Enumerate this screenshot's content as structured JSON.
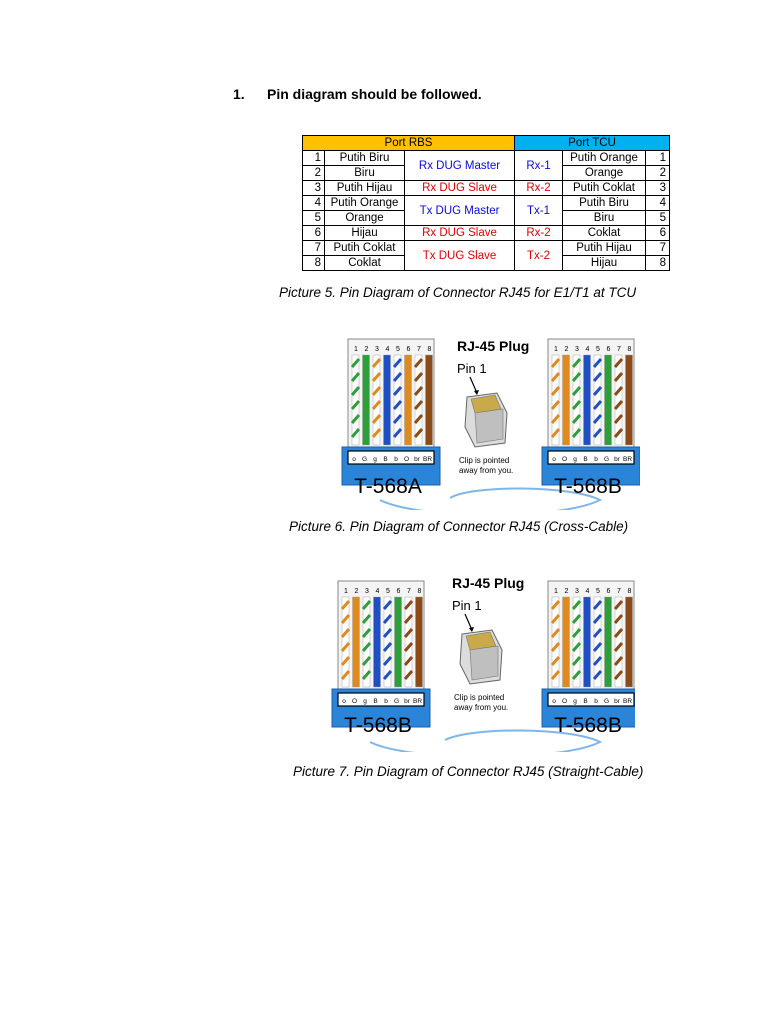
{
  "heading": {
    "number": "1.",
    "text": "Pin diagram should be followed."
  },
  "pin_table": {
    "header_left": "Port RBS",
    "header_right": "Port TCU",
    "colors": {
      "header_left": "#ffc000",
      "header_right": "#00b0f0",
      "blue_text": "#0a0ad6",
      "red_text": "#e00000"
    },
    "rows": [
      {
        "l_num": "1",
        "l_color": "Putih Biru",
        "r_color": "Putih Orange",
        "r_num": "1"
      },
      {
        "l_num": "2",
        "l_color": "Biru",
        "r_color": "Orange",
        "r_num": "2"
      },
      {
        "l_num": "3",
        "l_color": "Putih Hijau",
        "r_color": "Putih Coklat",
        "r_num": "3"
      },
      {
        "l_num": "4",
        "l_color": "Putih Orange",
        "r_color": "Putih Biru",
        "r_num": "4"
      },
      {
        "l_num": "5",
        "l_color": "Orange",
        "r_color": "Biru",
        "r_num": "5"
      },
      {
        "l_num": "6",
        "l_color": "Hijau",
        "r_color": "Coklat",
        "r_num": "6"
      },
      {
        "l_num": "7",
        "l_color": "Putih Coklat",
        "r_color": "Putih Hijau",
        "r_num": "7"
      },
      {
        "l_num": "8",
        "l_color": "Coklat",
        "r_color": "Hijau",
        "r_num": "8"
      }
    ],
    "signals": [
      {
        "name": "Rx DUG Master",
        "port": "Rx-1",
        "color": "blue"
      },
      {
        "name": "Rx DUG Slave",
        "port": "Rx-2",
        "color": "red"
      },
      {
        "name": "Tx DUG Master",
        "port": "Tx-1",
        "color": "blue"
      },
      {
        "name": "Rx DUG Slave",
        "port": "Rx-2",
        "color": "red"
      },
      {
        "name": "Tx DUG Slave",
        "port": "Tx-2",
        "color": "red"
      }
    ]
  },
  "captions": {
    "picture5": "Picture 5. Pin Diagram of Connector RJ45 for E1/T1 at TCU",
    "picture6": "Picture 6. Pin Diagram of Connector RJ45 (Cross-Cable)",
    "picture7": "Picture 7. Pin Diagram of Connector RJ45 (Straight-Cable)"
  },
  "rj45": {
    "plug_title": "RJ-45 Plug",
    "pin_label": "Pin 1",
    "clip_note_line1": "Clip is pointed",
    "clip_note_line2": "away from you.",
    "pin_numbers": [
      "1",
      "2",
      "3",
      "4",
      "5",
      "6",
      "7",
      "8"
    ],
    "wire_codes_a": [
      "o",
      "G",
      "g",
      "B",
      "b",
      "O",
      "br",
      "BR"
    ],
    "wire_codes_b": [
      "o",
      "O",
      "g",
      "B",
      "b",
      "G",
      "br",
      "BR"
    ],
    "cross": {
      "left_label": "T-568A",
      "right_label": "T-568B"
    },
    "straight": {
      "left_label": "T-568B",
      "right_label": "T-568B"
    },
    "wire_colors": {
      "568A": [
        "#2e9e3a",
        "#2e9e3a",
        "#e08a1e",
        "#1f4fc4",
        "#1f4fc4",
        "#e08a1e",
        "#8b4a16",
        "#8b4a16"
      ],
      "568B": [
        "#e08a1e",
        "#e08a1e",
        "#2e9e3a",
        "#1f4fc4",
        "#1f4fc4",
        "#2e9e3a",
        "#8b4a16",
        "#8b4a16"
      ],
      "568A_striped": [
        true,
        false,
        true,
        false,
        true,
        false,
        true,
        false
      ],
      "568B_striped": [
        true,
        false,
        true,
        false,
        true,
        false,
        true,
        false
      ]
    },
    "plug_blue": "#2a85d8"
  }
}
